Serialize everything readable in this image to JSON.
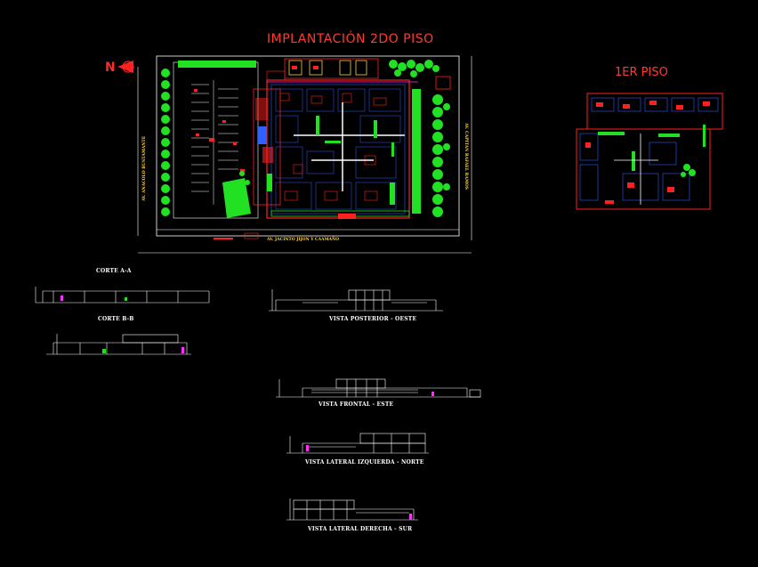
{
  "drawing": {
    "main_plan_title": "IMPLANTACIÓN 2DO PISO",
    "second_plan_title": "1ER PISO",
    "north_label": "N",
    "streets": {
      "left": "AV. ANACOLO BUSTAMANTE",
      "right": "AV. CAPITAN RAFAEL RAMOS",
      "bottom": "AV. JACINTO JIJON Y CAAMAÑO"
    },
    "sections": {
      "corte_aa": "CORTE A-A",
      "corte_bb": "CORTE B-B"
    },
    "elevations": {
      "posterior": "VISTA POSTERIOR - OESTE",
      "frontal": "VISTA FRONTAL - ESTE",
      "izquierda": "VISTA LATERAL IZQUIERDA - NORTE",
      "derecha": "VISTA LATERAL DERECHA - SUR"
    },
    "colors": {
      "background": "#000000",
      "title": "#ff3b30",
      "green": "#22e022",
      "red": "#ff2020",
      "blue": "#3060ff",
      "white": "#ffffff",
      "yellow": "#ffd23a",
      "magenta": "#ff30ff"
    }
  }
}
